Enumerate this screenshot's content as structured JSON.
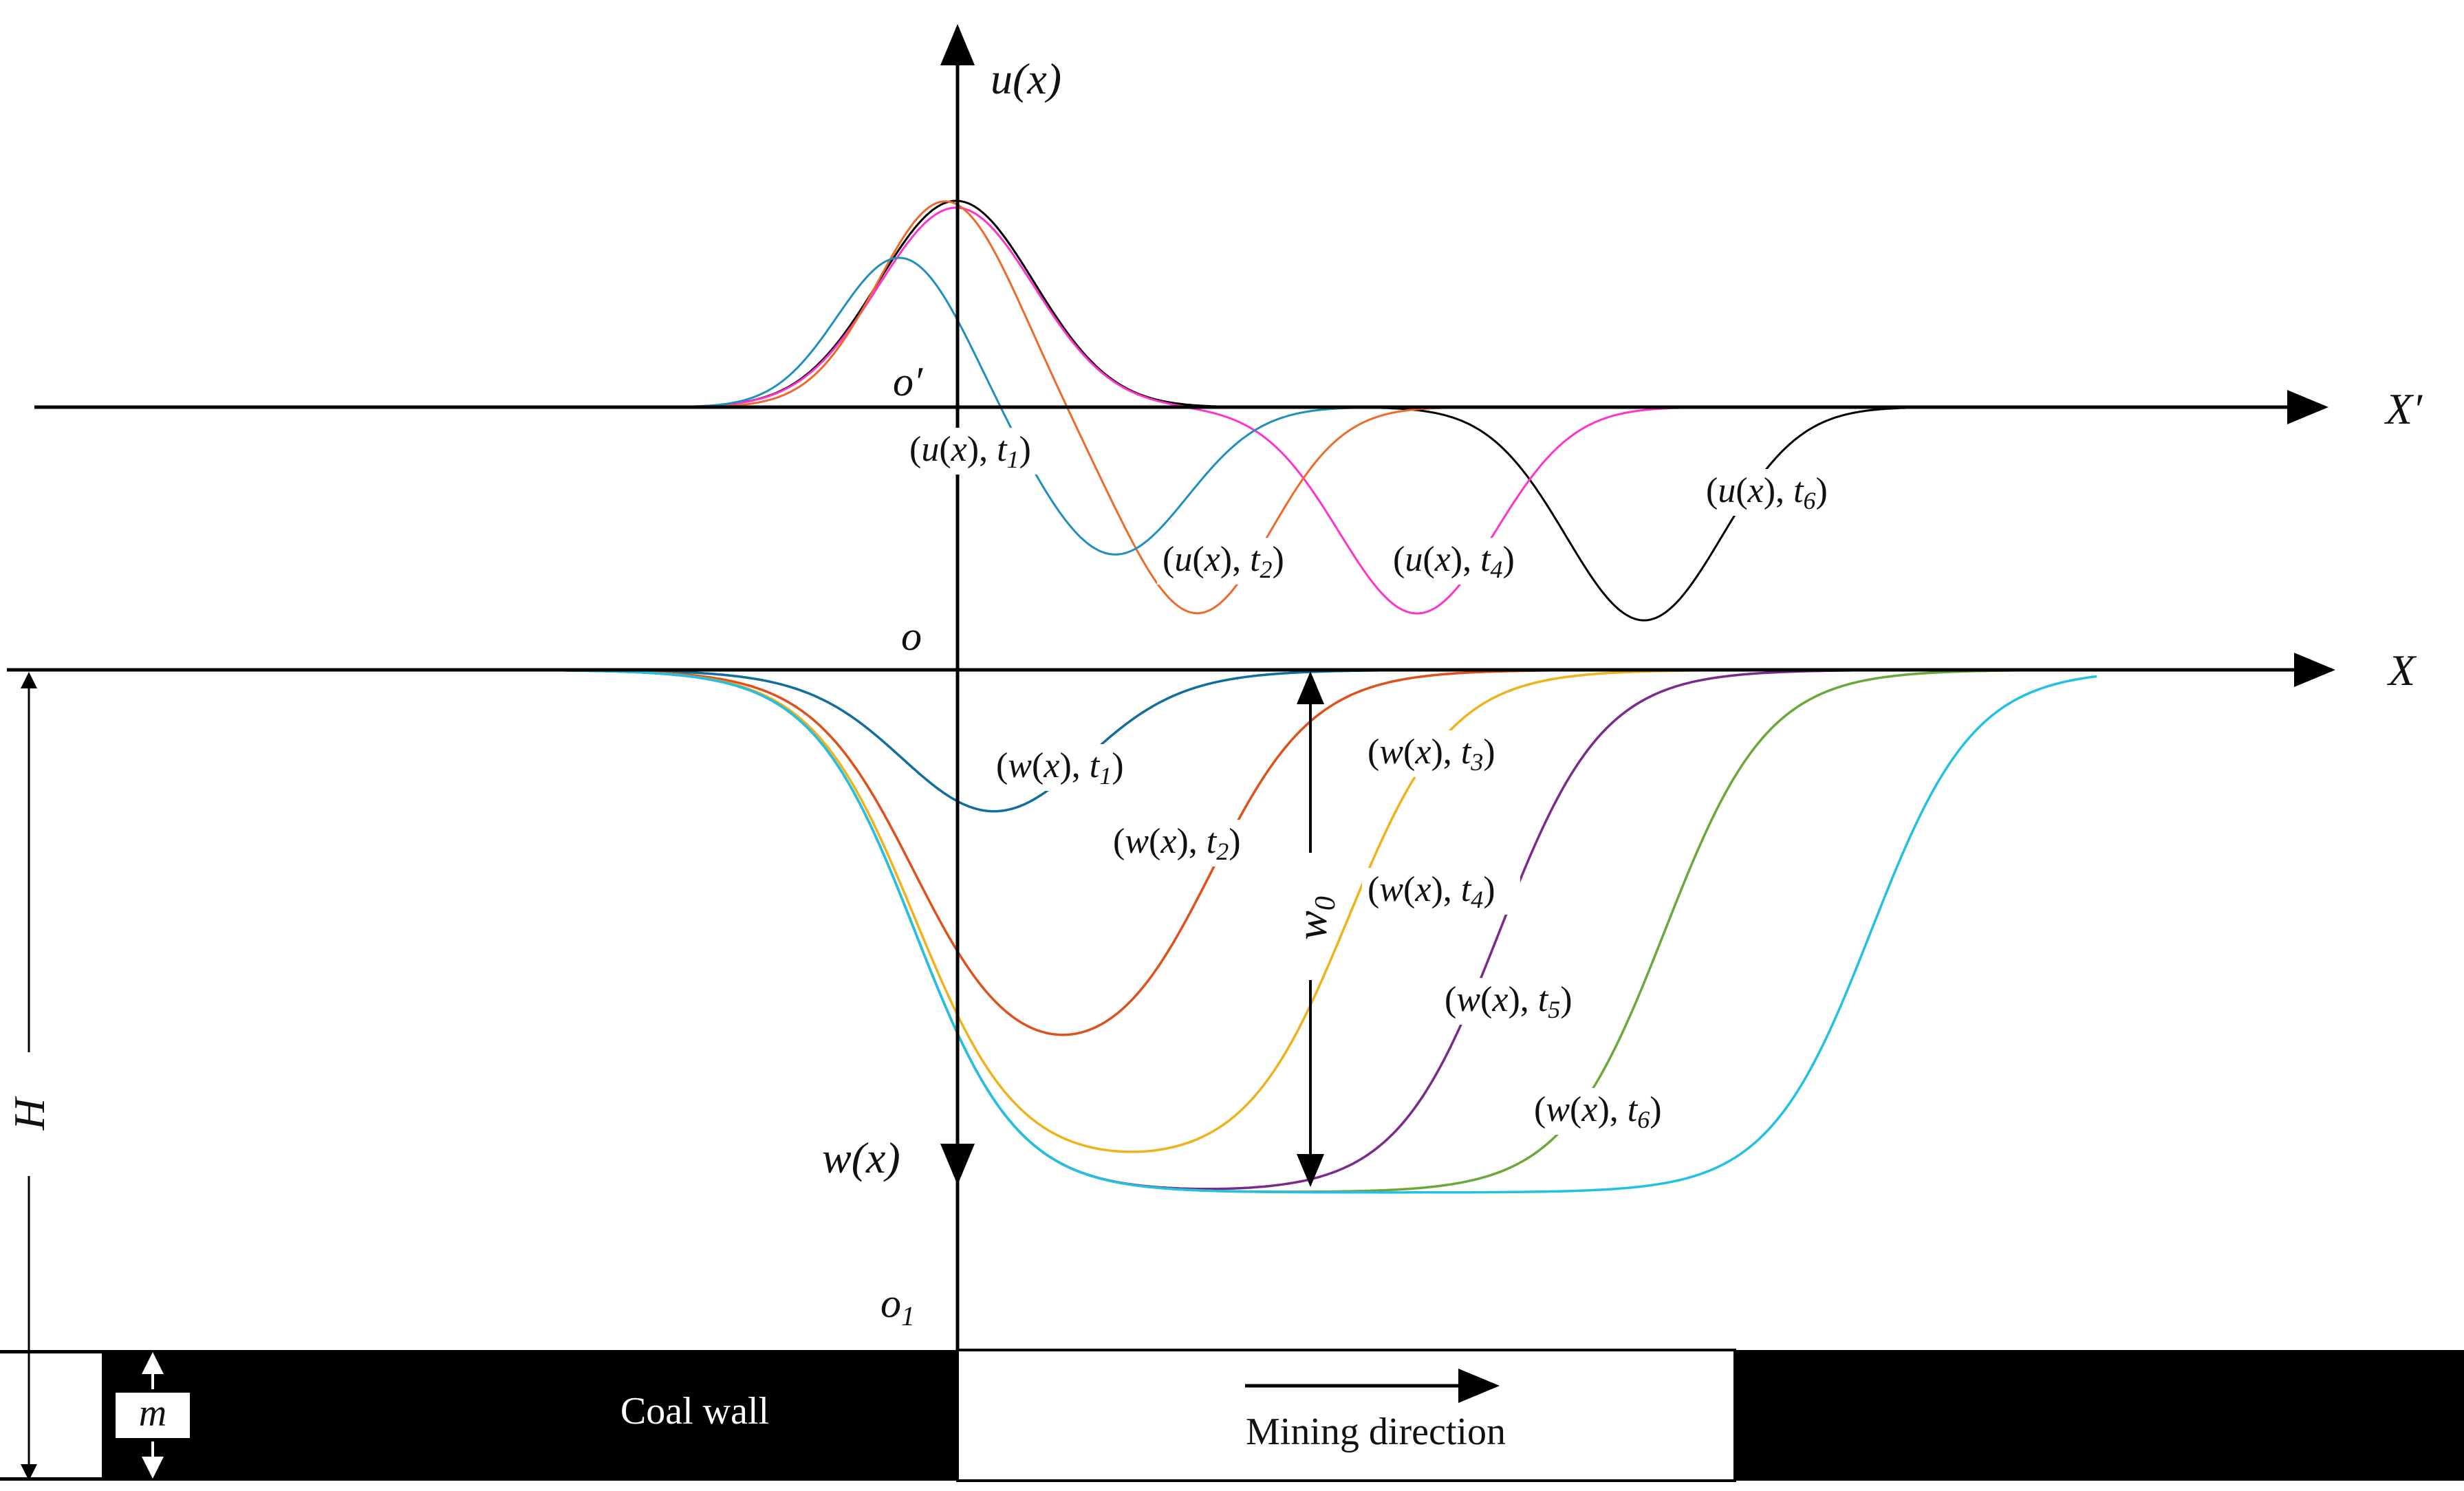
{
  "axes": {
    "upper_horizontal": {
      "origin": "o",
      "prime": "′",
      "axis": "X",
      "axis_prime": "′"
    },
    "lower_horizontal": {
      "origin": "o",
      "axis": "X"
    },
    "vertical": {
      "top": "u(x)",
      "bottom": "w(x)"
    },
    "base_origin": {
      "o": "o",
      "sub": "1"
    }
  },
  "dimensions": {
    "H": "H",
    "w0_letter": "w",
    "w0_sub": "0",
    "m": "m"
  },
  "strata": {
    "coal_wall": "Coal wall",
    "mining_direction": "Mining direction"
  },
  "curve_labels": {
    "u": [
      {
        "func": "u",
        "sub": "1"
      },
      {
        "func": "u",
        "sub": "2"
      },
      {
        "func": "u",
        "sub": "4"
      },
      {
        "func": "u",
        "sub": "6"
      }
    ],
    "w": [
      {
        "func": "w",
        "sub": "1"
      },
      {
        "func": "w",
        "sub": "2"
      },
      {
        "func": "w",
        "sub": "3"
      },
      {
        "func": "w",
        "sub": "4"
      },
      {
        "func": "w",
        "sub": "5"
      },
      {
        "func": "w",
        "sub": "6"
      }
    ],
    "var": "x",
    "time": "t"
  },
  "colors": {
    "axis": "#000000",
    "u_t1": "#1f8fc0",
    "u_t2": "#ee6a2a",
    "u_t4": "#ff33cc",
    "u_t6": "#000000",
    "w_t1": "#0f6e9e",
    "w_t2": "#e0501a",
    "w_t3": "#f0b21a",
    "w_t4": "#7a2a8c",
    "w_t5": "#6aa83a",
    "w_t6": "#21c0e6"
  }
}
